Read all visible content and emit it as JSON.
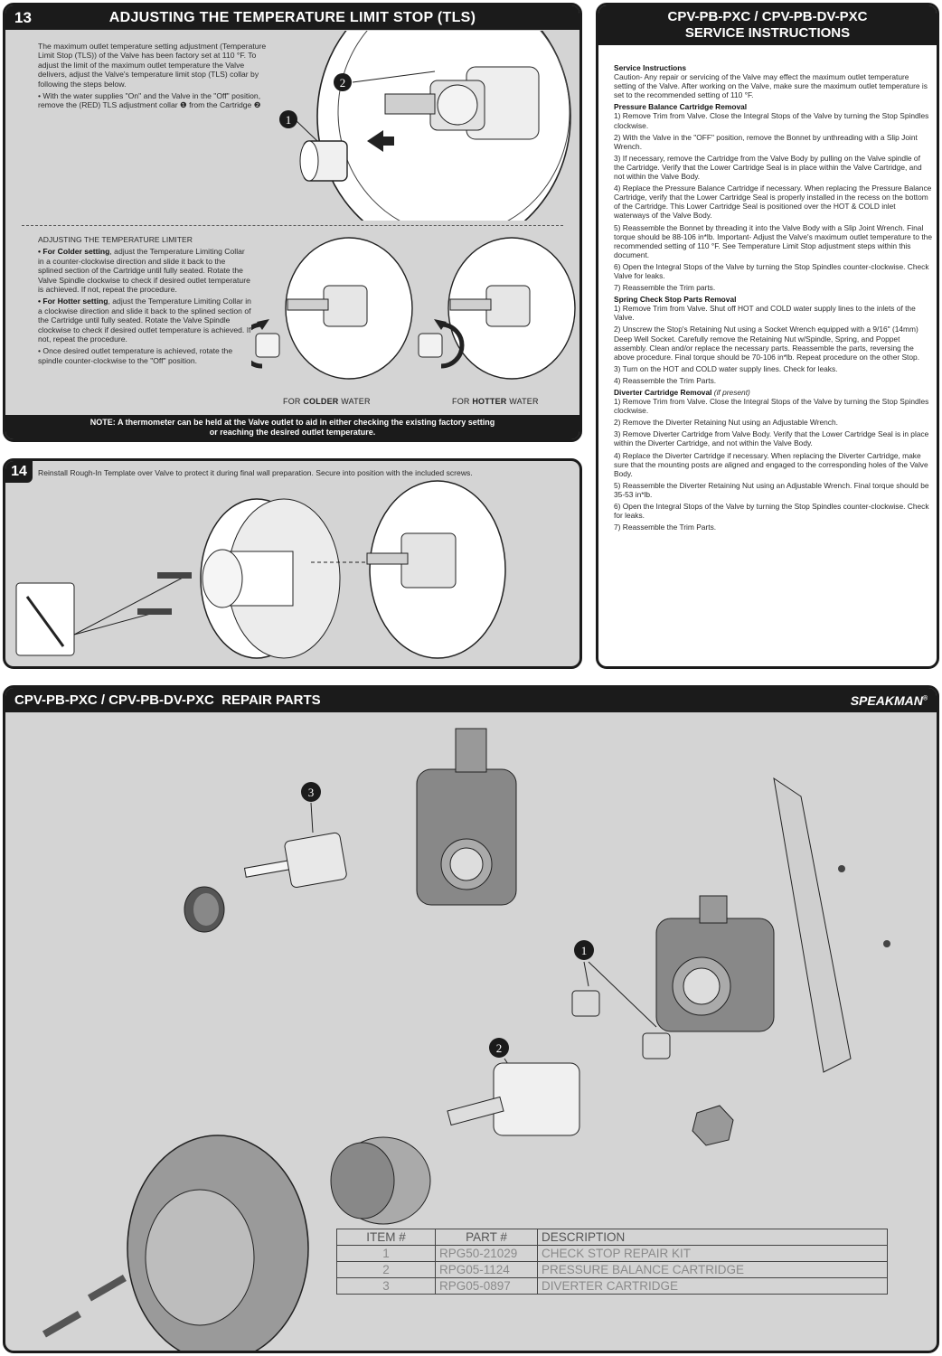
{
  "step13": {
    "number": "13",
    "title": "ADJUSTING THE TEMPERATURE LIMIT STOP (TLS)",
    "intro": "The maximum outlet temperature setting adjustment (Temperature Limit Stop (TLS)) of the Valve has been factory set at 110 °F. To adjust the limit of the maximum outlet temperature the Valve delivers, adjust the Valve's temperature limit stop (TLS) collar by following the steps below.",
    "bullet1": "• With the water supplies \"On\" and the Valve in the \"Off\" position, remove the (RED) TLS adjustment collar ❶ from the Cartridge ❷",
    "adjust_heading": "ADJUSTING THE TEMPERATURE LIMITER",
    "colder_label": "• For Colder setting",
    "colder_text": ", adjust the Temperature Limiting Collar in a counter-clockwise direction and slide it back to the splined section of the Cartridge until fully seated. Rotate the Valve Spindle clockwise to check if desired outlet temperature is achieved. If not, repeat the procedure.",
    "hotter_label": "• For Hotter setting",
    "hotter_text": ", adjust the Temperature Limiting Collar in a clockwise direction and slide it back to the splined section of the Cartridge until fully seated. Rotate the Valve Spindle clockwise to check if desired outlet temperature is achieved. If not, repeat the procedure.",
    "bullet_final": "• Once desired outlet temperature is achieved, rotate the spindle counter-clockwise to the \"Off\" position.",
    "cap_colder_pre": "FOR ",
    "cap_colder_bold": "COLDER",
    "cap_colder_post": " WATER",
    "cap_hotter_pre": "FOR ",
    "cap_hotter_bold": "HOTTER",
    "cap_hotter_post": " WATER",
    "callout1": "1",
    "callout2": "2",
    "note_line1": "NOTE: A thermometer can be held at the Valve outlet to aid in either checking the existing factory setting",
    "note_line2": "or reaching the desired outlet temperature."
  },
  "step14": {
    "number": "14",
    "text": "Reinstall Rough-In Template over Valve to protect it during final wall preparation. Secure into position with the included screws."
  },
  "service": {
    "title_line1": "CPV-PB-PXC / CPV-PB-DV-PXC",
    "title_line2": "SERVICE INSTRUCTIONS",
    "h_service": "Service Instructions",
    "caution": "Caution- Any repair or servicing of the Valve may effect the maximum outlet temperature setting of the Valve. After working on the Valve, make sure the maximum outlet temperature is set to the recommended setting of 110 °F.",
    "h_pb": "Pressure Balance Cartridge Removal",
    "pb": [
      "1) Remove Trim from Valve. Close the Integral Stops of the Valve by turning the Stop Spindles clockwise.",
      "2) With the Valve in the \"OFF\" position, remove the Bonnet by unthreading with a Slip Joint Wrench.",
      "3) If necessary, remove the Cartridge from the Valve Body by pulling on the Valve spindle of the Cartridge. Verify that the Lower Cartridge Seal is in place within the Valve Cartridge, and not within the Valve Body.",
      "4) Replace the Pressure Balance Cartridge if necessary. When replacing the Pressure Balance Cartridge, verify that the Lower Cartridge Seal is properly installed in the recess on the bottom of the Cartridge. This Lower Cartridge Seal is positioned over the HOT & COLD inlet waterways of the Valve Body.",
      "5) Reassemble the Bonnet by threading it into the Valve Body with a Slip Joint Wrench. Final torque should be 88-106 in*lb. Important- Adjust the Valve's maximum outlet temperature to the recommended setting of 110 °F. See Temperature Limit Stop adjustment steps within this document.",
      "6) Open the Integral Stops of the Valve by turning the Stop Spindles counter-clockwise. Check Valve for leaks.",
      "7) Reassemble the Trim parts."
    ],
    "h_spring": "Spring Check Stop Parts Removal",
    "spring": [
      "1) Remove Trim from Valve. Shut off HOT and COLD water supply lines to the inlets of the Valve.",
      "2) Unscrew the Stop's Retaining Nut using a Socket Wrench equipped with a 9/16\" (14mm) Deep Well Socket. Carefully remove the Retaining Nut w/Spindle, Spring, and Poppet assembly. Clean and/or replace the necessary parts. Reassemble the parts, reversing the above procedure. Final torque should be 70-106 in*lb. Repeat procedure on the other Stop.",
      "3) Turn on the HOT and COLD water supply lines. Check for leaks.",
      "4) Reassemble the Trim Parts."
    ],
    "h_diverter": "Diverter Cartridge Removal",
    "h_diverter_note": " (if present)",
    "diverter": [
      "1) Remove Trim from Valve. Close the Integral Stops of the Valve by turning the Stop Spindles clockwise.",
      "2) Remove the Diverter Retaining Nut using an Adjustable Wrench.",
      "3) Remove Diverter Cartridge from Valve Body. Verify that the Lower Cartridge Seal is in place within the Diverter Cartridge, and not within the Valve Body.",
      "4) Replace the Diverter Cartridge if necessary. When replacing the Diverter Cartridge, make sure that the mounting posts are aligned and engaged to the corresponding holes of the Valve Body.",
      "5) Reassemble the Diverter Retaining Nut using an Adjustable Wrench. Final torque should be 35-53 in*lb.",
      "6) Open the Integral Stops of the Valve by turning the Stop Spindles counter-clockwise. Check for leaks.",
      "7) Reassemble the Trim Parts."
    ]
  },
  "repair": {
    "title": "CPV-PB-PXC / CPV-PB-DV-PXC  REPAIR PARTS",
    "brand": "SPEAKMAN",
    "brand_mark": "®",
    "callout1": "1",
    "callout2": "2",
    "callout3": "3",
    "table": {
      "headers": [
        "ITEM #",
        "PART #",
        "DESCRIPTION"
      ],
      "rows": [
        [
          "1",
          "RPG50-21029",
          "CHECK STOP REPAIR KIT"
        ],
        [
          "2",
          "RPG05-1124",
          "PRESSURE BALANCE CARTRIDGE"
        ],
        [
          "3",
          "RPG05-0897",
          "DIVERTER CARTRIDGE"
        ]
      ]
    }
  }
}
